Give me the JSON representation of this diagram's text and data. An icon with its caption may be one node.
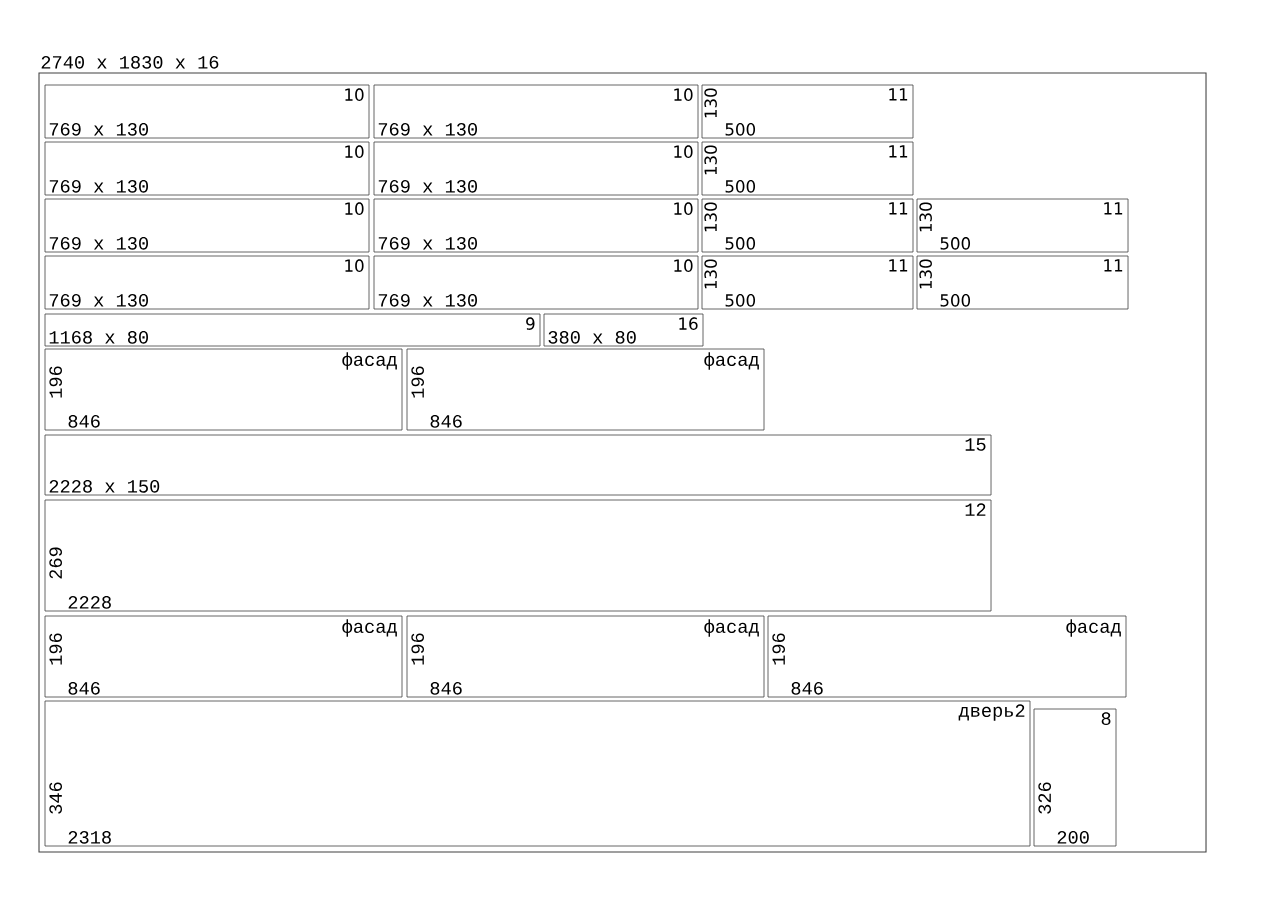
{
  "diagram": {
    "nodes": [
      {
        "text": [
          "2740 x 1830 x 16"
        ]
      },
      {
        "text": [
          "10",
          "769 x 130"
        ],
        "in": 0
      },
      {
        "text": [
          "10",
          "769 x 130"
        ],
        "in": 0
      },
      {
        "text": [
          "130",
          "11",
          "500"
        ],
        "in": 0
      },
      {
        "text": [
          "10",
          "769 x 130"
        ],
        "in": 0
      },
      {
        "text": [
          "10",
          "769 x 130"
        ],
        "in": 0
      },
      {
        "text": [
          "130",
          "11",
          "500"
        ],
        "in": 0
      },
      {
        "text": [
          "10",
          "769 x 130"
        ],
        "in": 0
      },
      {
        "text": [
          "10",
          "769 x 130"
        ],
        "in": 0
      },
      {
        "text": [
          "130",
          "11",
          "500"
        ],
        "in": 0
      },
      {
        "text": [
          "130",
          "11",
          "500"
        ],
        "in": 0
      },
      {
        "text": [
          "10",
          "769 x 130"
        ],
        "in": 0
      },
      {
        "text": [
          "10",
          "769 x 130"
        ],
        "in": 0
      },
      {
        "text": [
          "130",
          "11",
          "500"
        ],
        "in": 0
      },
      {
        "text": [
          "130",
          "11",
          "500"
        ],
        "in": 0
      },
      {
        "text": [
          "9",
          "1168 x 80"
        ],
        "in": 0
      },
      {
        "text": [
          "380 x 80",
          "16"
        ],
        "in": 0
      },
      {
        "text": [
          "фасад",
          "196",
          "846"
        ],
        "in": 0
      },
      {
        "text": [
          "фасад",
          "196",
          "846"
        ],
        "in": 0
      },
      {
        "text": [
          "15",
          "2228 x 150"
        ],
        "in": 0
      },
      {
        "text": [
          "12",
          "269",
          "2228"
        ],
        "in": 0
      },
      {
        "text": [
          "фасад",
          "196",
          "846"
        ],
        "in": 0
      },
      {
        "text": [
          "фасад",
          "196",
          "846"
        ],
        "in": 0
      },
      {
        "text": [
          "фасад",
          "196",
          "846"
        ],
        "in": 0
      },
      {
        "text": [
          "дверь2",
          "346",
          "2318"
        ],
        "in": 0
      },
      {
        "text": [
          "8",
          "326",
          "200"
        ],
        "in": 0
      }
    ]
  }
}
